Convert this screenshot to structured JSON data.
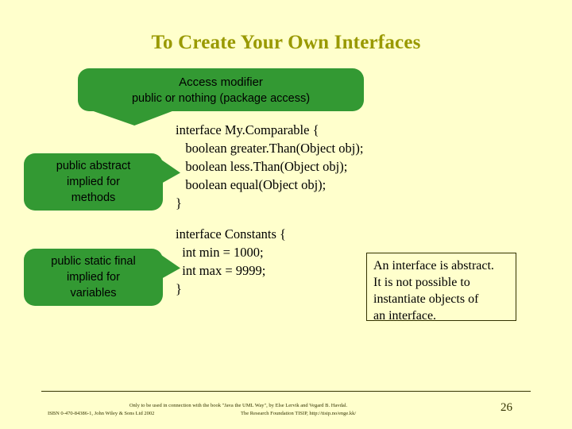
{
  "slide": {
    "title": "To Create Your Own Interfaces",
    "background_color": "#FFFFCC",
    "title_color": "#999900",
    "callout_color": "#339933",
    "page_number": "26"
  },
  "callouts": {
    "access_modifier": {
      "line1": "Access modifier",
      "line2": "public or nothing (package access)"
    },
    "public_abstract": {
      "line1": "public abstract",
      "line2": "implied for",
      "line3": "methods"
    },
    "public_static_final": {
      "line1": "public static final",
      "line2": "implied for",
      "line3": "variables"
    }
  },
  "code": {
    "mycomparable": "interface My.Comparable {\n   boolean greater.Than(Object obj);\n   boolean less.Than(Object obj);\n   boolean equal(Object obj);\n}",
    "constants": "interface Constants {\n  int min = 1000;\n  int max = 9999;\n}"
  },
  "note": {
    "text": "An interface is abstract.\nIt is not possible to\ninstantiate objects of\nan interface."
  },
  "footer": {
    "line1": "Only to be used in connection with the book \"Java the UML Way\", by Else Lervik and Vegard B. Havdal.",
    "line2_left": "ISBN 0-470-84386-1, John Wiley & Sons Ltd 2002",
    "line2_right": "The Research Foundation TISIP, http://tisip.no/enge.kk/"
  }
}
